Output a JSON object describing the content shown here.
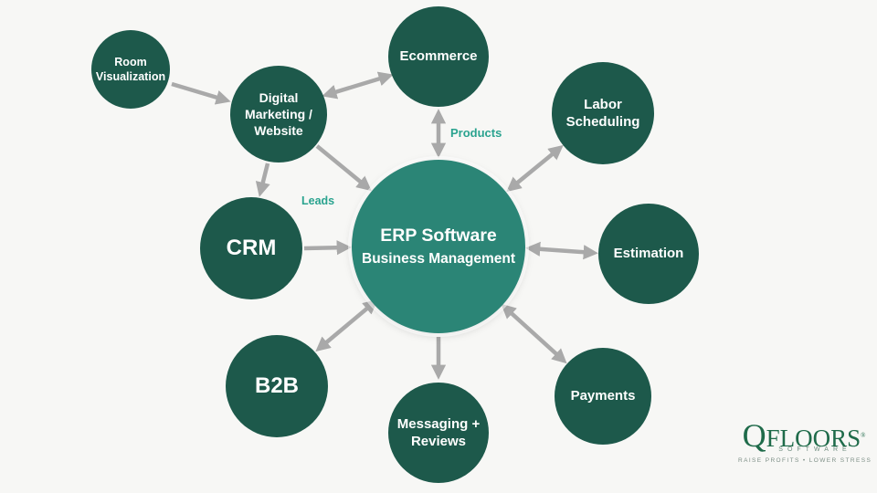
{
  "colors": {
    "background": "#f7f7f5",
    "satellite": "#1d594b",
    "center": "#2b8576",
    "arrow": "#a9a9a9",
    "edge_label": "#2aa38f",
    "logo": "#1f6b4a"
  },
  "diagram": {
    "center": {
      "title": "ERP Software",
      "subtitle": "Business Management"
    },
    "nodes": [
      {
        "id": "room-visualization",
        "label": "Room Visualization"
      },
      {
        "id": "digital-marketing-website",
        "label": "Digital Marketing / Website"
      },
      {
        "id": "ecommerce",
        "label": "Ecommerce"
      },
      {
        "id": "labor-scheduling",
        "label": "Labor Scheduling"
      },
      {
        "id": "crm",
        "label": "CRM"
      },
      {
        "id": "estimation",
        "label": "Estimation"
      },
      {
        "id": "b2b",
        "label": "B2B"
      },
      {
        "id": "messaging-reviews",
        "label": "Messaging + Reviews"
      },
      {
        "id": "payments",
        "label": "Payments"
      }
    ],
    "edge_labels": {
      "products": "Products",
      "leads": "Leads"
    }
  },
  "logo": {
    "brand": "QFLOORS",
    "registered": "®",
    "sub": "SOFTWARE",
    "tagline": "RAISE PROFITS  •  LOWER STRESS"
  }
}
